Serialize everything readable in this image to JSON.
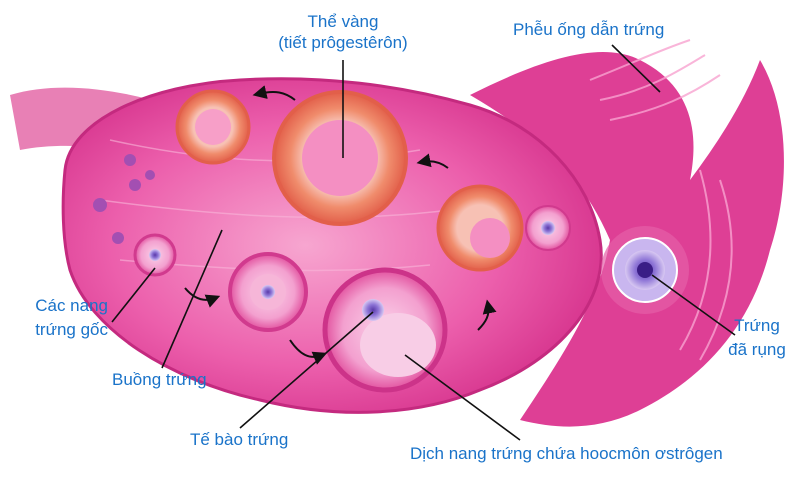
{
  "colors": {
    "label": "#1a73c9",
    "ovary": "#e8419a",
    "ovary_light": "#f48cc4",
    "corpus": "#f07b5a",
    "leader": "#111111"
  },
  "labels": {
    "corpus_luteum": "Thể vàng",
    "corpus_luteum_sub": "(tiết prôgestêrôn)",
    "fallopian_funnel": "Phễu ống dẫn trứng",
    "primordial_follicles_1": "Các nang",
    "primordial_follicles_2": "trứng gốc",
    "ovary": "Buồng trứng",
    "oocyte": "Tế bào trứng",
    "follicular_fluid": "Dịch nang trứng chứa hoocmôn ơstrôgen",
    "ovulated_egg_1": "Trứng",
    "ovulated_egg_2": "đã rụng"
  }
}
